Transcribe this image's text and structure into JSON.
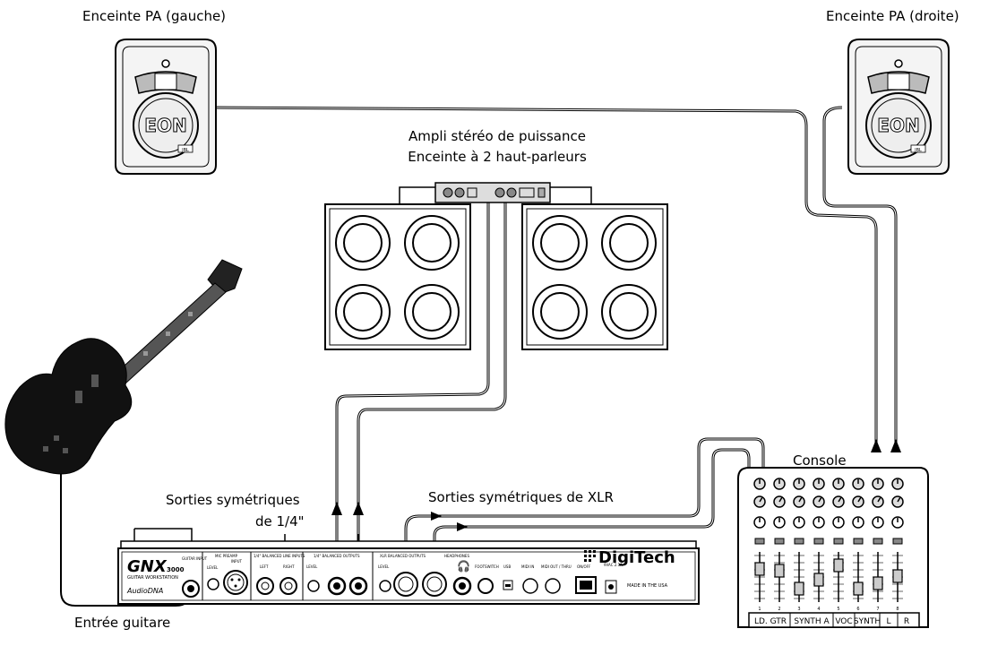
{
  "labels": {
    "pa_left": "Enceinte PA (gauche)",
    "pa_right": "Enceinte PA (droite)",
    "amp_line1": "Ampli stéréo de puissance",
    "amp_line2": "Enceinte à 2 haut-parleurs",
    "console": "Console",
    "sym_outputs_line1": "Sorties symétriques",
    "sym_outputs_line2": "de 1/4\"",
    "xlr_outputs": "Sorties symétriques de XLR",
    "guitar_input": "Entrée guitare"
  },
  "speaker": {
    "brand": "EON",
    "badge": "JBL"
  },
  "gnx": {
    "logo": "GNX",
    "model": "3000",
    "subtitle": "GUITAR WORKSTATION",
    "audio_dna": "AudioDNA",
    "brand": "DigiTech",
    "made_in": "MADE IN THE USA",
    "sections": {
      "guitar_input": "GUITAR INPUT",
      "mic_preamp": "MIC PREAMP",
      "input": "INPUT",
      "balanced_line_inputs": "1/4\" BALANCED LINE INPUTS",
      "balanced_outputs": "1/4\" BALANCED OUTPUTS",
      "xlr_outputs": "XLR BALANCED OUTPUTS",
      "headphones": "HEADPHONES",
      "footswitch": "FOOTSWITCH",
      "usb": "USB",
      "midi_in": "MIDI IN",
      "midi_out": "MIDI OUT / THRU",
      "on_off": "ON/OFF",
      "power": "9VAC 2.1A"
    },
    "jack_labels": {
      "level": "LEVEL",
      "left": "LEFT",
      "right": "RIGHT"
    }
  },
  "mixer": {
    "channel_numbers": [
      "1",
      "2",
      "3",
      "4",
      "5",
      "6",
      "7",
      "8"
    ],
    "strips": [
      "LD. GTR",
      "SYNTH A",
      "VOC",
      "SYNTH",
      "L",
      "R"
    ]
  }
}
